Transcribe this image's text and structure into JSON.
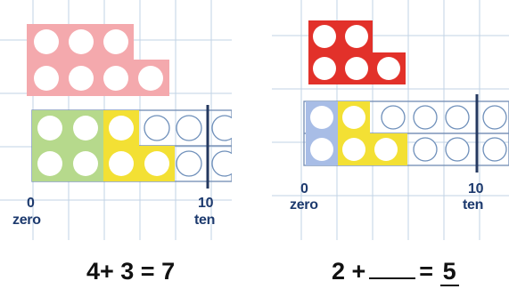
{
  "number_line_labels": {
    "zero_numeral": "0",
    "zero_word": "zero",
    "ten_numeral": "10",
    "ten_word": "ten"
  },
  "left_panel": {
    "top_block": {
      "value": 7,
      "color": "#f4a9ad"
    },
    "track_blocks": [
      {
        "value": 4,
        "color": "#b6d98c"
      },
      {
        "value": 3,
        "color": "#f3e034"
      }
    ]
  },
  "right_panel": {
    "top_block": {
      "value": 5,
      "color": "#e2312a"
    },
    "track_blocks": [
      {
        "value": 2,
        "color": "#a8bde6"
      },
      {
        "value": 3,
        "color": "#f3e034"
      }
    ]
  },
  "equations": {
    "left": {
      "text": "4+ 3 = 7"
    },
    "right": {
      "first": "2 +",
      "equals": "=",
      "answer": "5"
    }
  }
}
